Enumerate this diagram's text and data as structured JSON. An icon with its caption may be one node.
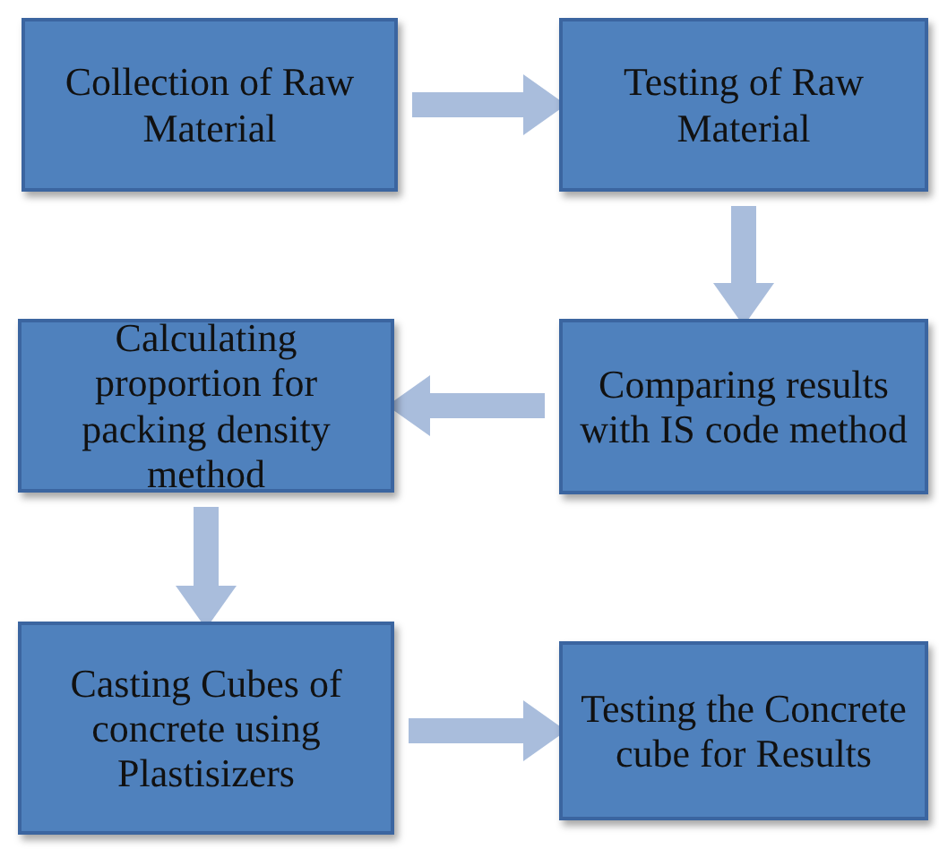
{
  "diagram": {
    "nodes": [
      {
        "text": [
          "Collection of Raw Material"
        ]
      },
      {
        "text": [
          "Testing of Raw Material"
        ]
      },
      {
        "text": [
          "Comparing results with IS code method"
        ]
      },
      {
        "text": [
          "Calculating proportion for packing density method"
        ]
      },
      {
        "text": [
          "Casting Cubes of concrete using Plastisizers"
        ]
      },
      {
        "text": [
          "Testing the Concrete cube for Results"
        ]
      }
    ],
    "edges": [
      {
        "from": 0,
        "to": 1,
        "arrow": "to"
      },
      {
        "from": 1,
        "to": 2,
        "arrow": "to"
      },
      {
        "from": 2,
        "to": 3,
        "arrow": "to"
      },
      {
        "from": 3,
        "to": 4,
        "arrow": "to"
      },
      {
        "from": 4,
        "to": 5,
        "arrow": "to"
      }
    ]
  }
}
